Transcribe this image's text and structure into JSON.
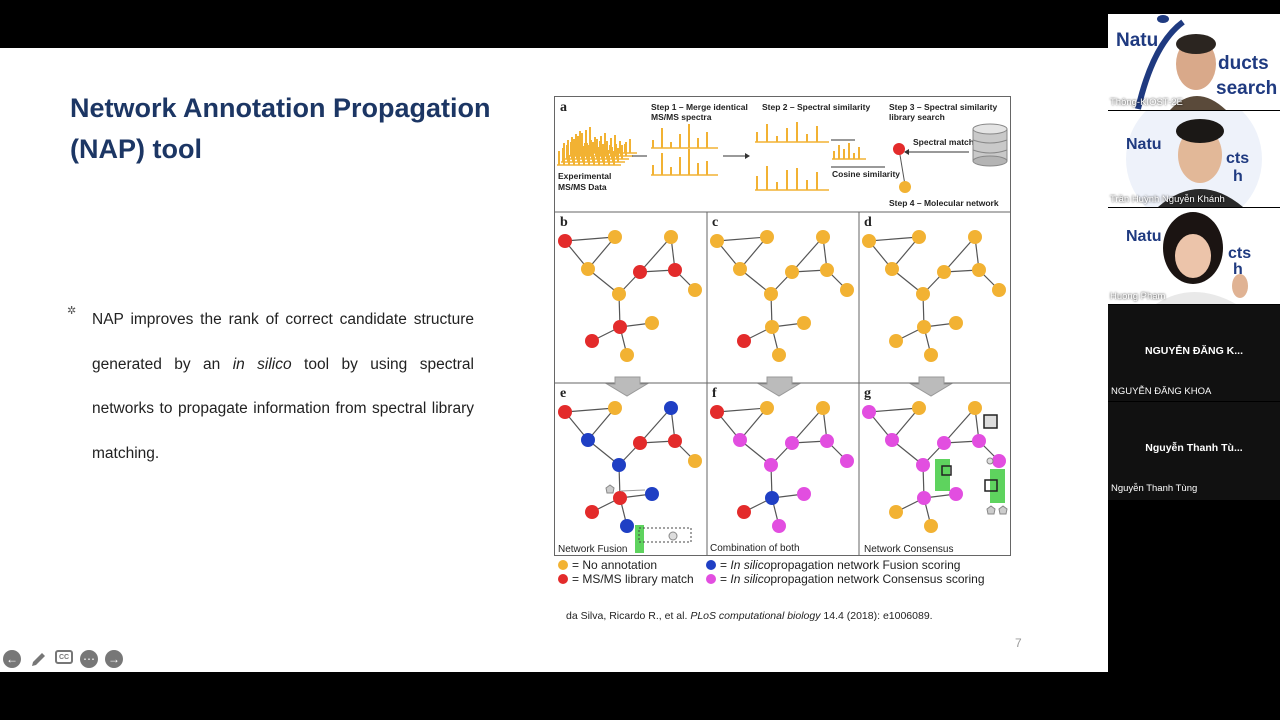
{
  "slide": {
    "title": "Network Annotation Propagation (NAP) tool",
    "bullet_icon": "star-bullet-icon",
    "bullet": {
      "before": "NAP improves the rank of correct candidate structure generated by an ",
      "italic": "in silico",
      "after": " tool by using spectral networks to propagate information from spectral library matching."
    },
    "citation": {
      "authors": "da Silva, Ricardo R., et al. ",
      "journal": "PLoS computational biology",
      "details": " 14.4 (2018): e1006089."
    },
    "page_number": "7"
  },
  "figure": {
    "letters": [
      "a",
      "b",
      "c",
      "d",
      "e",
      "f",
      "g"
    ],
    "step1": "Step 1 – Merge identical",
    "step1b": "MS/MS spectra",
    "step2": "Step 2 – Spectral similarity",
    "step3": "Step 3 – Spectral similarity",
    "step3b": "library search",
    "step4": "Step 4 – Molecular network",
    "experimental": "Experimental",
    "msms_data": "MS/MS Data",
    "cosine": "Cosine similarity",
    "spectral_match": "Spectral match",
    "caption_e": "Network Fusion",
    "caption_f": "Combination of both",
    "caption_g": "Network Consensus"
  },
  "legend": {
    "no_annotation": "= No annotation",
    "library_match": "= MS/MS library match",
    "fusion_pre": "= ",
    "fusion_italic": "In silico",
    "fusion_post": " propagation network Fusion scoring",
    "consensus_pre": "= ",
    "consensus_italic": "In silico",
    "consensus_post": " propagation network Consensus scoring"
  },
  "colors": {
    "orange": "#f2b233",
    "red": "#e32b2b",
    "blue": "#1f3fc4",
    "magenta": "#e24ee0",
    "title_blue": "#1c3664"
  },
  "controls": [
    "previous-icon",
    "pen-icon",
    "captions-icon",
    "more-icon",
    "next-icon"
  ],
  "participants": [
    {
      "name": "Thông-KIOST-2E"
    },
    {
      "name": "Trần Huỳnh Nguyễn Khánh"
    },
    {
      "name": "Huong Pham"
    },
    {
      "center": "NGUYỄN ĐĂNG K...",
      "corner": "NGUYỄN ĐĂNG KHOA"
    },
    {
      "center": "Nguyễn Thanh Tù...",
      "corner": "Nguyễn Thanh Tùng"
    }
  ],
  "brand": {
    "line1a": "Natu",
    "line1b": "ducts",
    "line2": "search",
    "line2b": "cts",
    "line3b": "h"
  }
}
